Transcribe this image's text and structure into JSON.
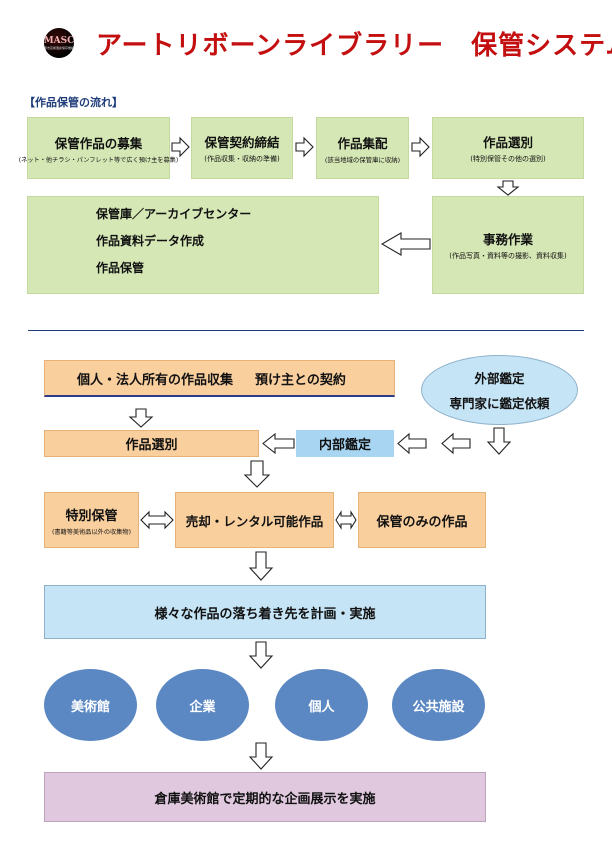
{
  "header": {
    "logo_text": "MASC",
    "logo_subtext": "都市芸術遺産保存機構",
    "title": "アートリボーンライブラリー　保管システム"
  },
  "section1": {
    "label": "【作品保管の流れ】",
    "boxes": [
      {
        "main": "保管作品の募集",
        "sub": "(ネット・他チラシ・パンフレット等で広く預け主を募集)"
      },
      {
        "main": "保管契約締結",
        "sub": "(作品収集・収納の準備)"
      },
      {
        "main": "作品集配",
        "sub": "(該当地域の保管庫に収納)"
      },
      {
        "main": "作品選別",
        "sub": "(特別保管その他の選別)"
      },
      {
        "main": "事務作業",
        "sub": "(作品写真・資料等の撮影、資料収集)"
      }
    ],
    "storage_lines": [
      "保管庫／アーカイブセンター",
      "作品資料データ作成",
      "作品保管"
    ]
  },
  "section2": {
    "collect_left": "個人・法人所有の作品収集",
    "collect_right": "預け主との契約",
    "external": {
      "line1": "外部鑑定",
      "line2": "専門家に鑑定依頼"
    },
    "selection": "作品選別",
    "internal": "内部鑑定",
    "special": {
      "main": "特別保管",
      "sub": "(書籍等美術品以外の収集物)"
    },
    "sale_rental": "売却・レンタル可能作品",
    "storage_only": "保管のみの作品",
    "plan": "様々な作品の落ち着き先を計画・実施",
    "destinations": [
      "美術館",
      "企業",
      "個人",
      "公共施設"
    ],
    "exhibition": "倉庫美術館で定期的な企画展示を実施"
  }
}
